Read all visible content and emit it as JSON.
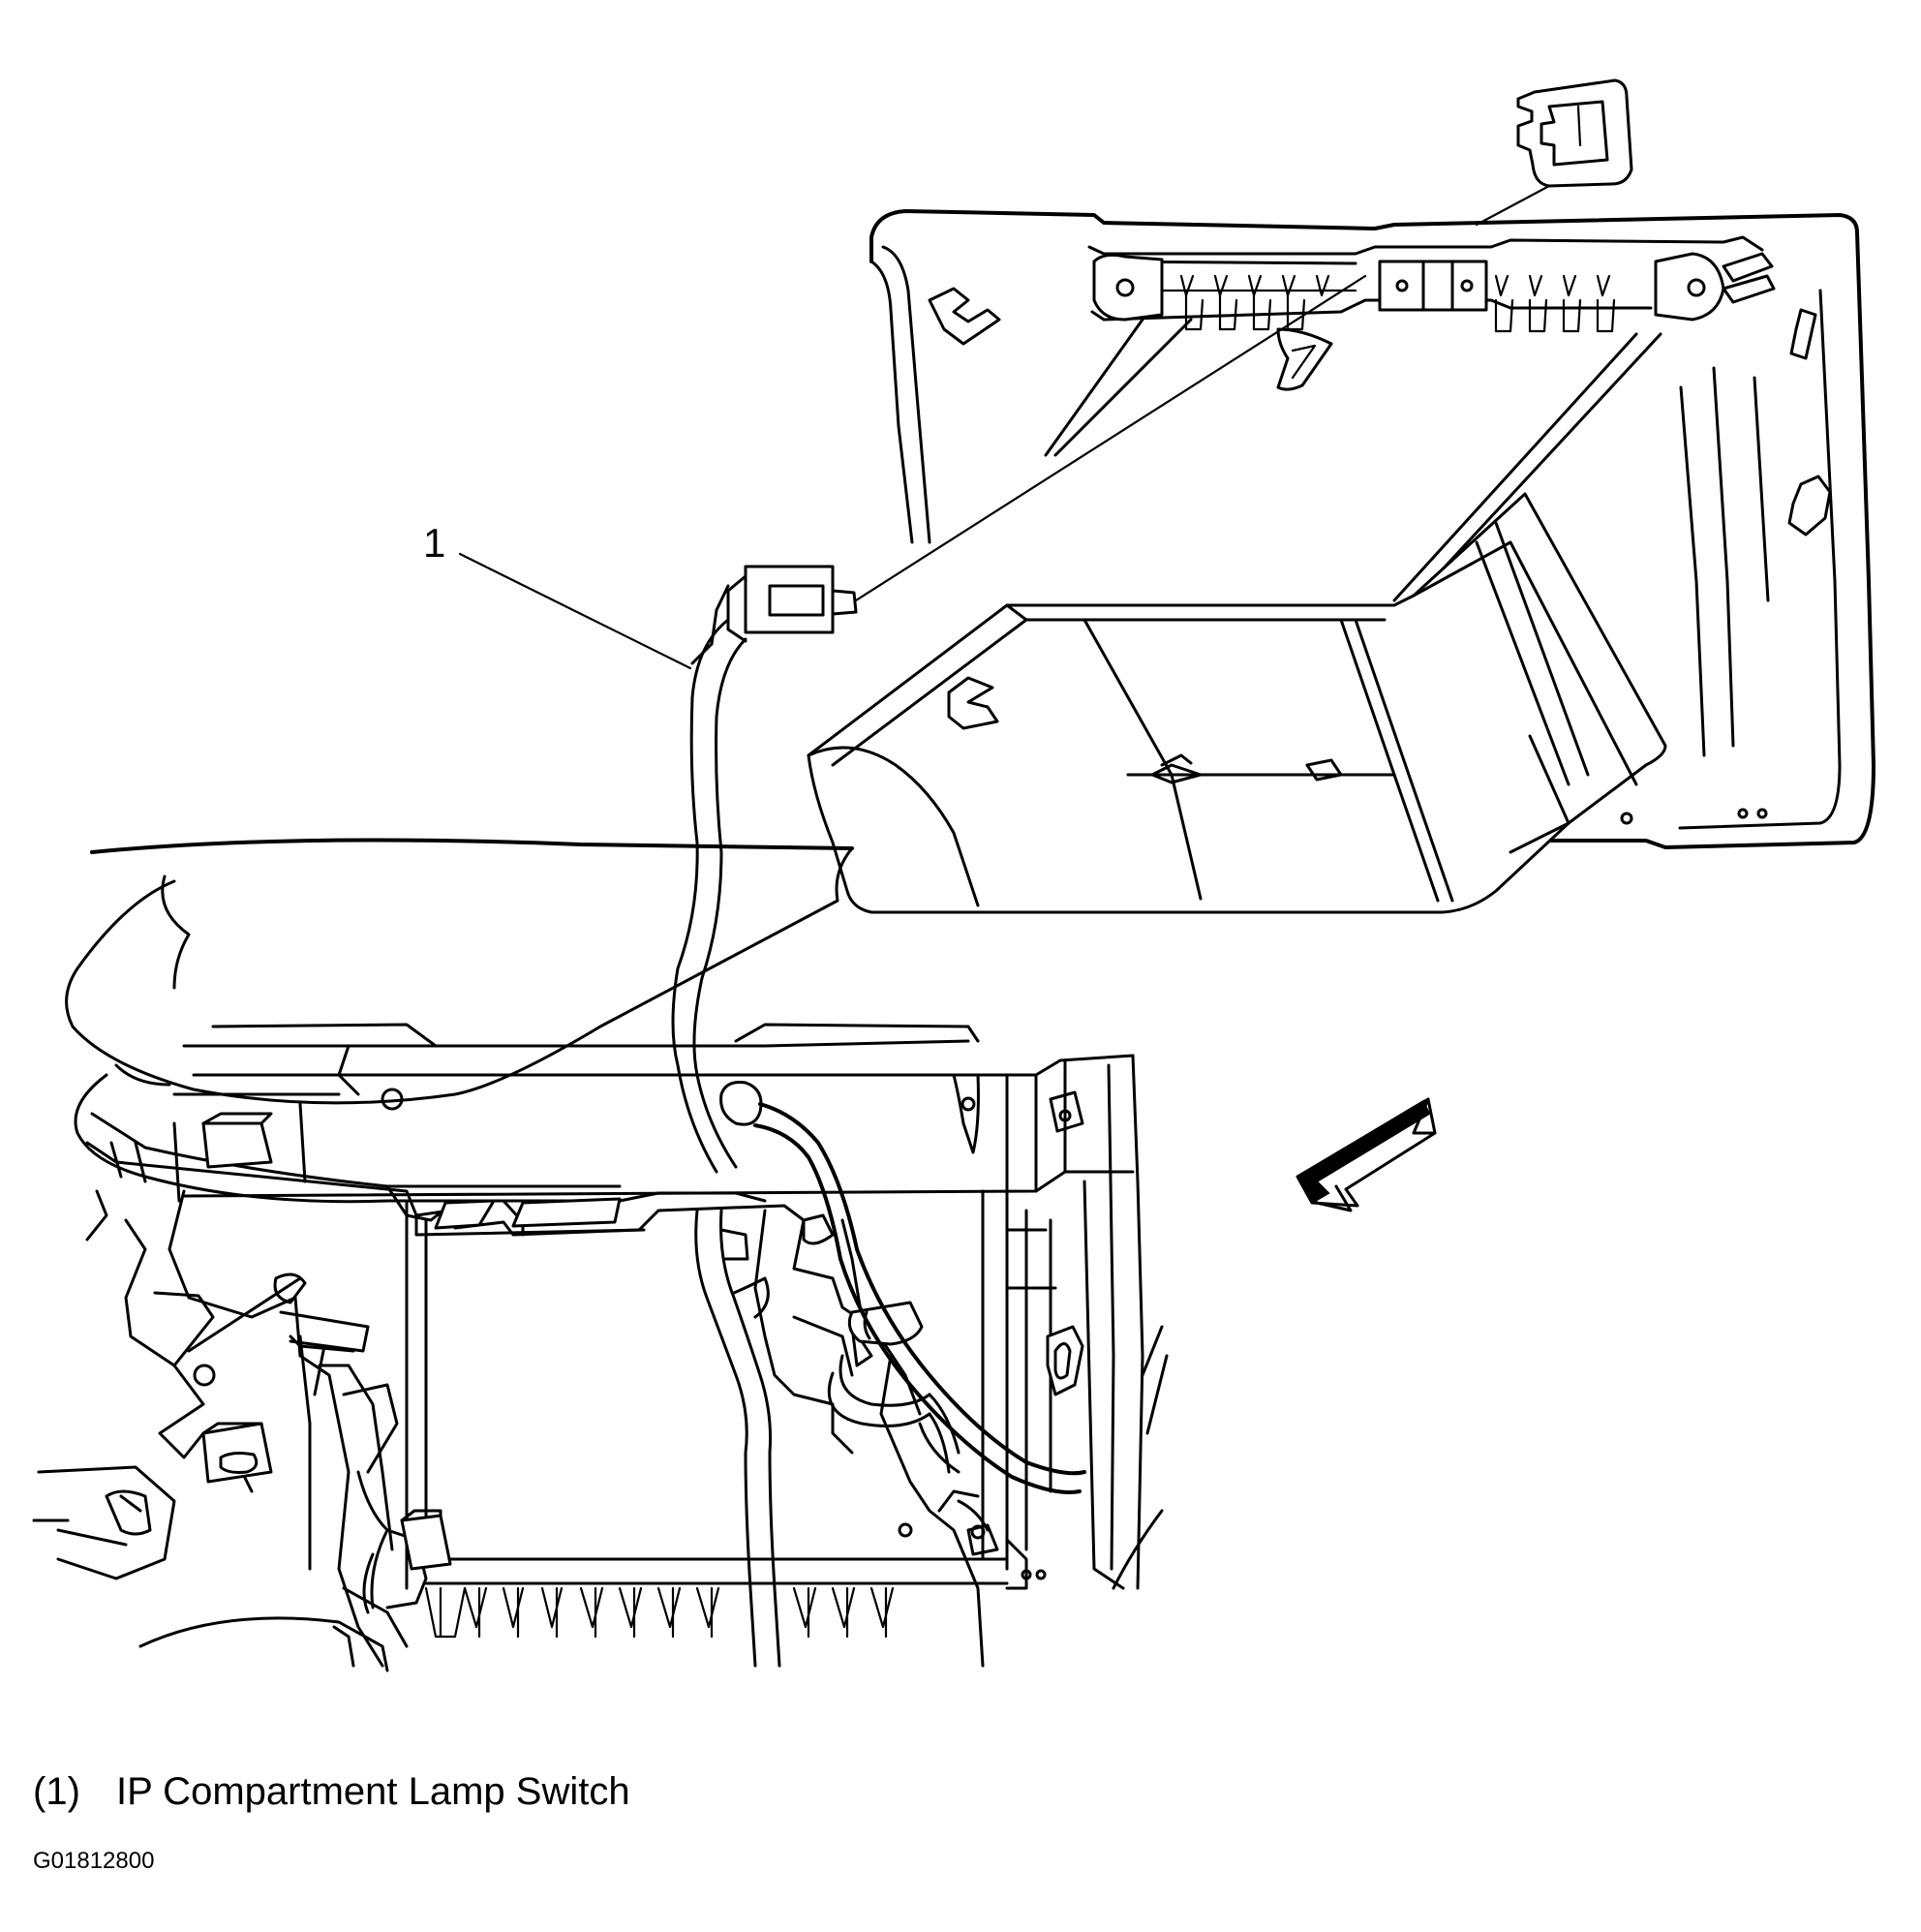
{
  "diagram": {
    "callouts": [
      {
        "number": "1",
        "part": "IP Compartment Lamp Switch"
      }
    ],
    "legend": [
      {
        "number": "(1)",
        "text": "IP Compartment Lamp Switch"
      }
    ],
    "figure_id": "G01812800",
    "view_arrow_icon": "view-direction-arrow-icon",
    "connector_icon": "connector-end-view-icon"
  }
}
